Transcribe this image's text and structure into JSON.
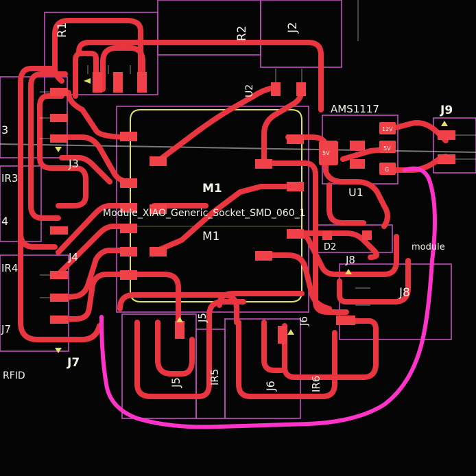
{
  "labels": {
    "m1_ref": "M1",
    "m1_value": "Module_XIAO_Generic_Socket_SMD_060_1",
    "m1_ref2": "M1",
    "r2": "R2",
    "j2": "J2",
    "r1": "R1",
    "ams": "AMS1117",
    "j9": "J9",
    "u1": "U1",
    "j3": "J3",
    "ir3": "IR3",
    "num3": "3",
    "num4": "4",
    "ir4": "IR4",
    "j4": "J4",
    "j7a": "J7",
    "j7b": "J7",
    "rfid": "RFID",
    "j5a": "J5",
    "j5b": "J5",
    "ir5": "IR5",
    "j6a": "J6",
    "j6b": "J6",
    "ir6": "IR6",
    "j8a": "J8",
    "j8b": "J8",
    "d2": "D2",
    "module_txt": "module",
    "u2": "U2",
    "pad_12v": "12V",
    "pad_5v": "5V",
    "pad_gnd": "G",
    "pad_5v_b": "5V"
  },
  "colors": {
    "background": "#050505",
    "trace": "#e8353f",
    "pad": "#f04048",
    "courtyard": "#c24fc0",
    "outline": "#e3e06a",
    "silk": "#f4f4e8",
    "marker": "#ff33c8"
  }
}
